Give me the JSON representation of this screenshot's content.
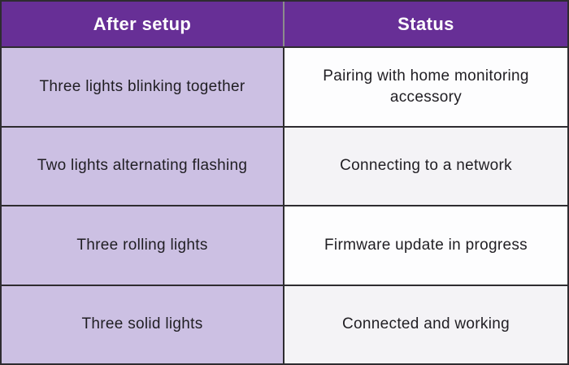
{
  "table": {
    "columns": [
      {
        "label": "After setup"
      },
      {
        "label": "Status"
      }
    ],
    "rows": [
      {
        "after_setup": "Three lights blinking together",
        "status": "Pairing with home monitoring accessory"
      },
      {
        "after_setup": "Two lights alternating flashing",
        "status": "Connecting to a network"
      },
      {
        "after_setup": "Three rolling lights",
        "status": "Firmware update in progress"
      },
      {
        "after_setup": "Three solid lights",
        "status": "Connected and working"
      }
    ],
    "colors": {
      "header_bg": "#672f96",
      "header_text": "#ffffff",
      "header_divider": "#8c8c8c",
      "left_cell_bg": "#ccc0e3",
      "right_cell_bg_white": "#fdfdfe",
      "right_cell_bg_gray": "#f4f3f6",
      "border": "#2e2c30",
      "body_text": "#201e23"
    }
  }
}
